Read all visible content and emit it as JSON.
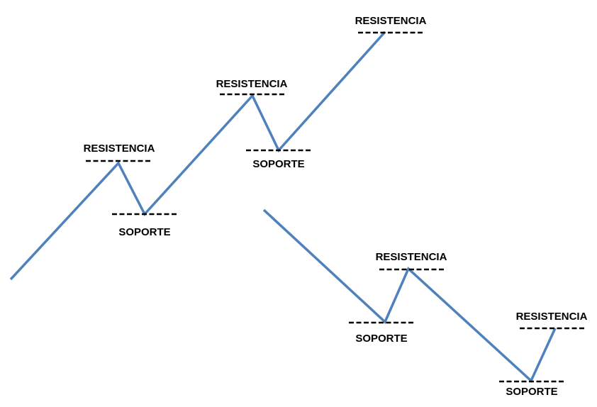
{
  "colors": {
    "trend_line": "#4f81bd",
    "level_line": "#000000",
    "label_text": "#000000",
    "background": "#ffffff"
  },
  "labels": {
    "resistance": "RESISTENCIA",
    "support": "SOPORTE"
  },
  "uptrend": {
    "levels": [
      {
        "kind": "resistance",
        "label": "RESISTENCIA"
      },
      {
        "kind": "support",
        "label": "SOPORTE"
      },
      {
        "kind": "resistance",
        "label": "RESISTENCIA"
      },
      {
        "kind": "support",
        "label": "SOPORTE"
      },
      {
        "kind": "resistance",
        "label": "RESISTENCIA"
      }
    ]
  },
  "downtrend": {
    "levels": [
      {
        "kind": "support",
        "label": "SOPORTE"
      },
      {
        "kind": "resistance",
        "label": "RESISTENCIA"
      },
      {
        "kind": "support",
        "label": "SOPORTE"
      },
      {
        "kind": "resistance",
        "label": "RESISTENCIA"
      }
    ]
  }
}
